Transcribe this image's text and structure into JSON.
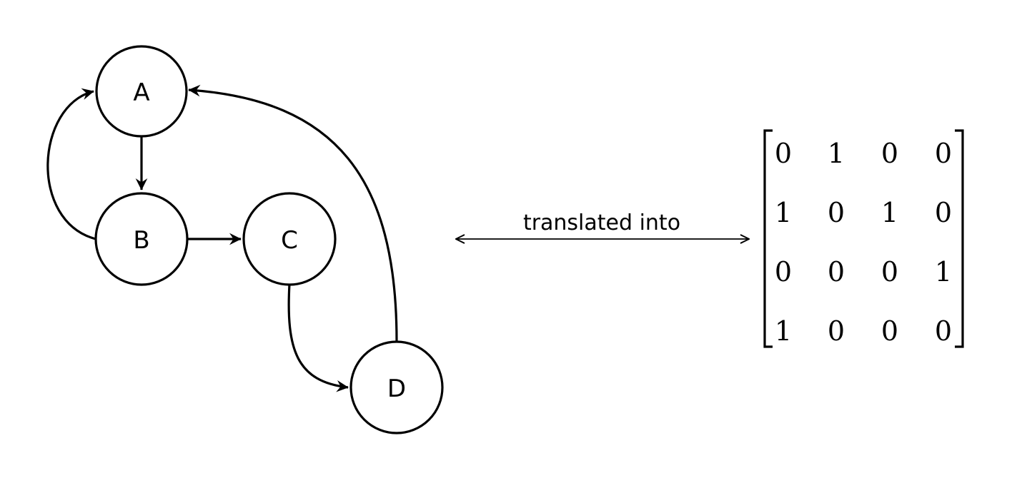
{
  "graph": {
    "nodes": [
      {
        "id": "A",
        "label": "A"
      },
      {
        "id": "B",
        "label": "B"
      },
      {
        "id": "C",
        "label": "C"
      },
      {
        "id": "D",
        "label": "D"
      }
    ],
    "edges": [
      {
        "from": "A",
        "to": "B"
      },
      {
        "from": "B",
        "to": "A"
      },
      {
        "from": "B",
        "to": "C"
      },
      {
        "from": "C",
        "to": "D"
      },
      {
        "from": "D",
        "to": "A"
      }
    ]
  },
  "relation": {
    "label": "translated into"
  },
  "matrix": {
    "rows": [
      [
        "0",
        "1",
        "0",
        "0"
      ],
      [
        "1",
        "0",
        "1",
        "0"
      ],
      [
        "0",
        "0",
        "0",
        "1"
      ],
      [
        "1",
        "0",
        "0",
        "0"
      ]
    ]
  }
}
